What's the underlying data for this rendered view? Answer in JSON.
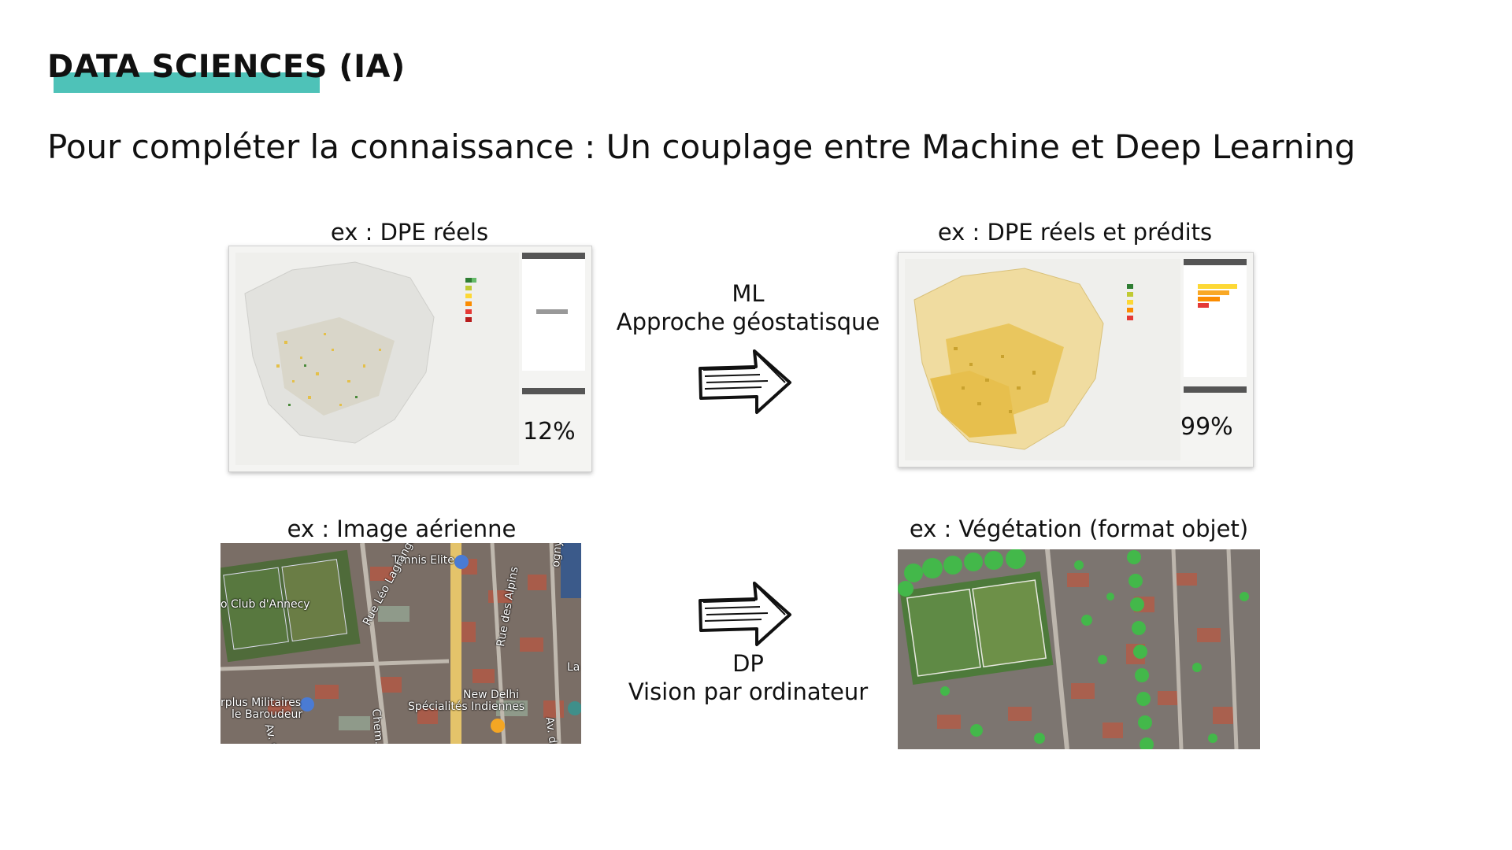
{
  "slide": {
    "title": "DATA SCIENCES",
    "title_suffix": " (IA)",
    "subtitle": "Pour compléter la connaissance : Un couplage entre Machine et Deep Learning",
    "accent_color": "#4ec2b8"
  },
  "top_row": {
    "left_caption": "ex : DPE réels",
    "left_percent": "12%",
    "right_caption": "ex : DPE réels et prédits",
    "right_percent": "99%",
    "arrow_label_1": "ML",
    "arrow_label_2": "Approche géostatisque",
    "arrow_icon": "hand-drawn-right-arrow-icon"
  },
  "bottom_row": {
    "left_caption": "ex : Image aérienne",
    "right_caption": "ex : Végétation (format objet)",
    "arrow_label_1": "DP",
    "arrow_label_2": "Vision par ordinateur",
    "arrow_icon": "hand-drawn-right-arrow-icon",
    "map_labels": {
      "tennis": "Tennis Elite",
      "club": "o Club d'Annecy",
      "rue_leo": "Rue Léo Lagrange",
      "rue_alpins": "Rue des Alpins",
      "brogny_top": "ogny",
      "av_brogny": "Av. de Brogny",
      "new_delhi": "New Delhi",
      "specialites": "Spécialités Indiennes",
      "surplus": "rplus Militaires",
      "baroudeur": "le Baroudeur",
      "chem": "Chem. d",
      "av_bottom": "Av. d",
      "la": "La"
    }
  }
}
